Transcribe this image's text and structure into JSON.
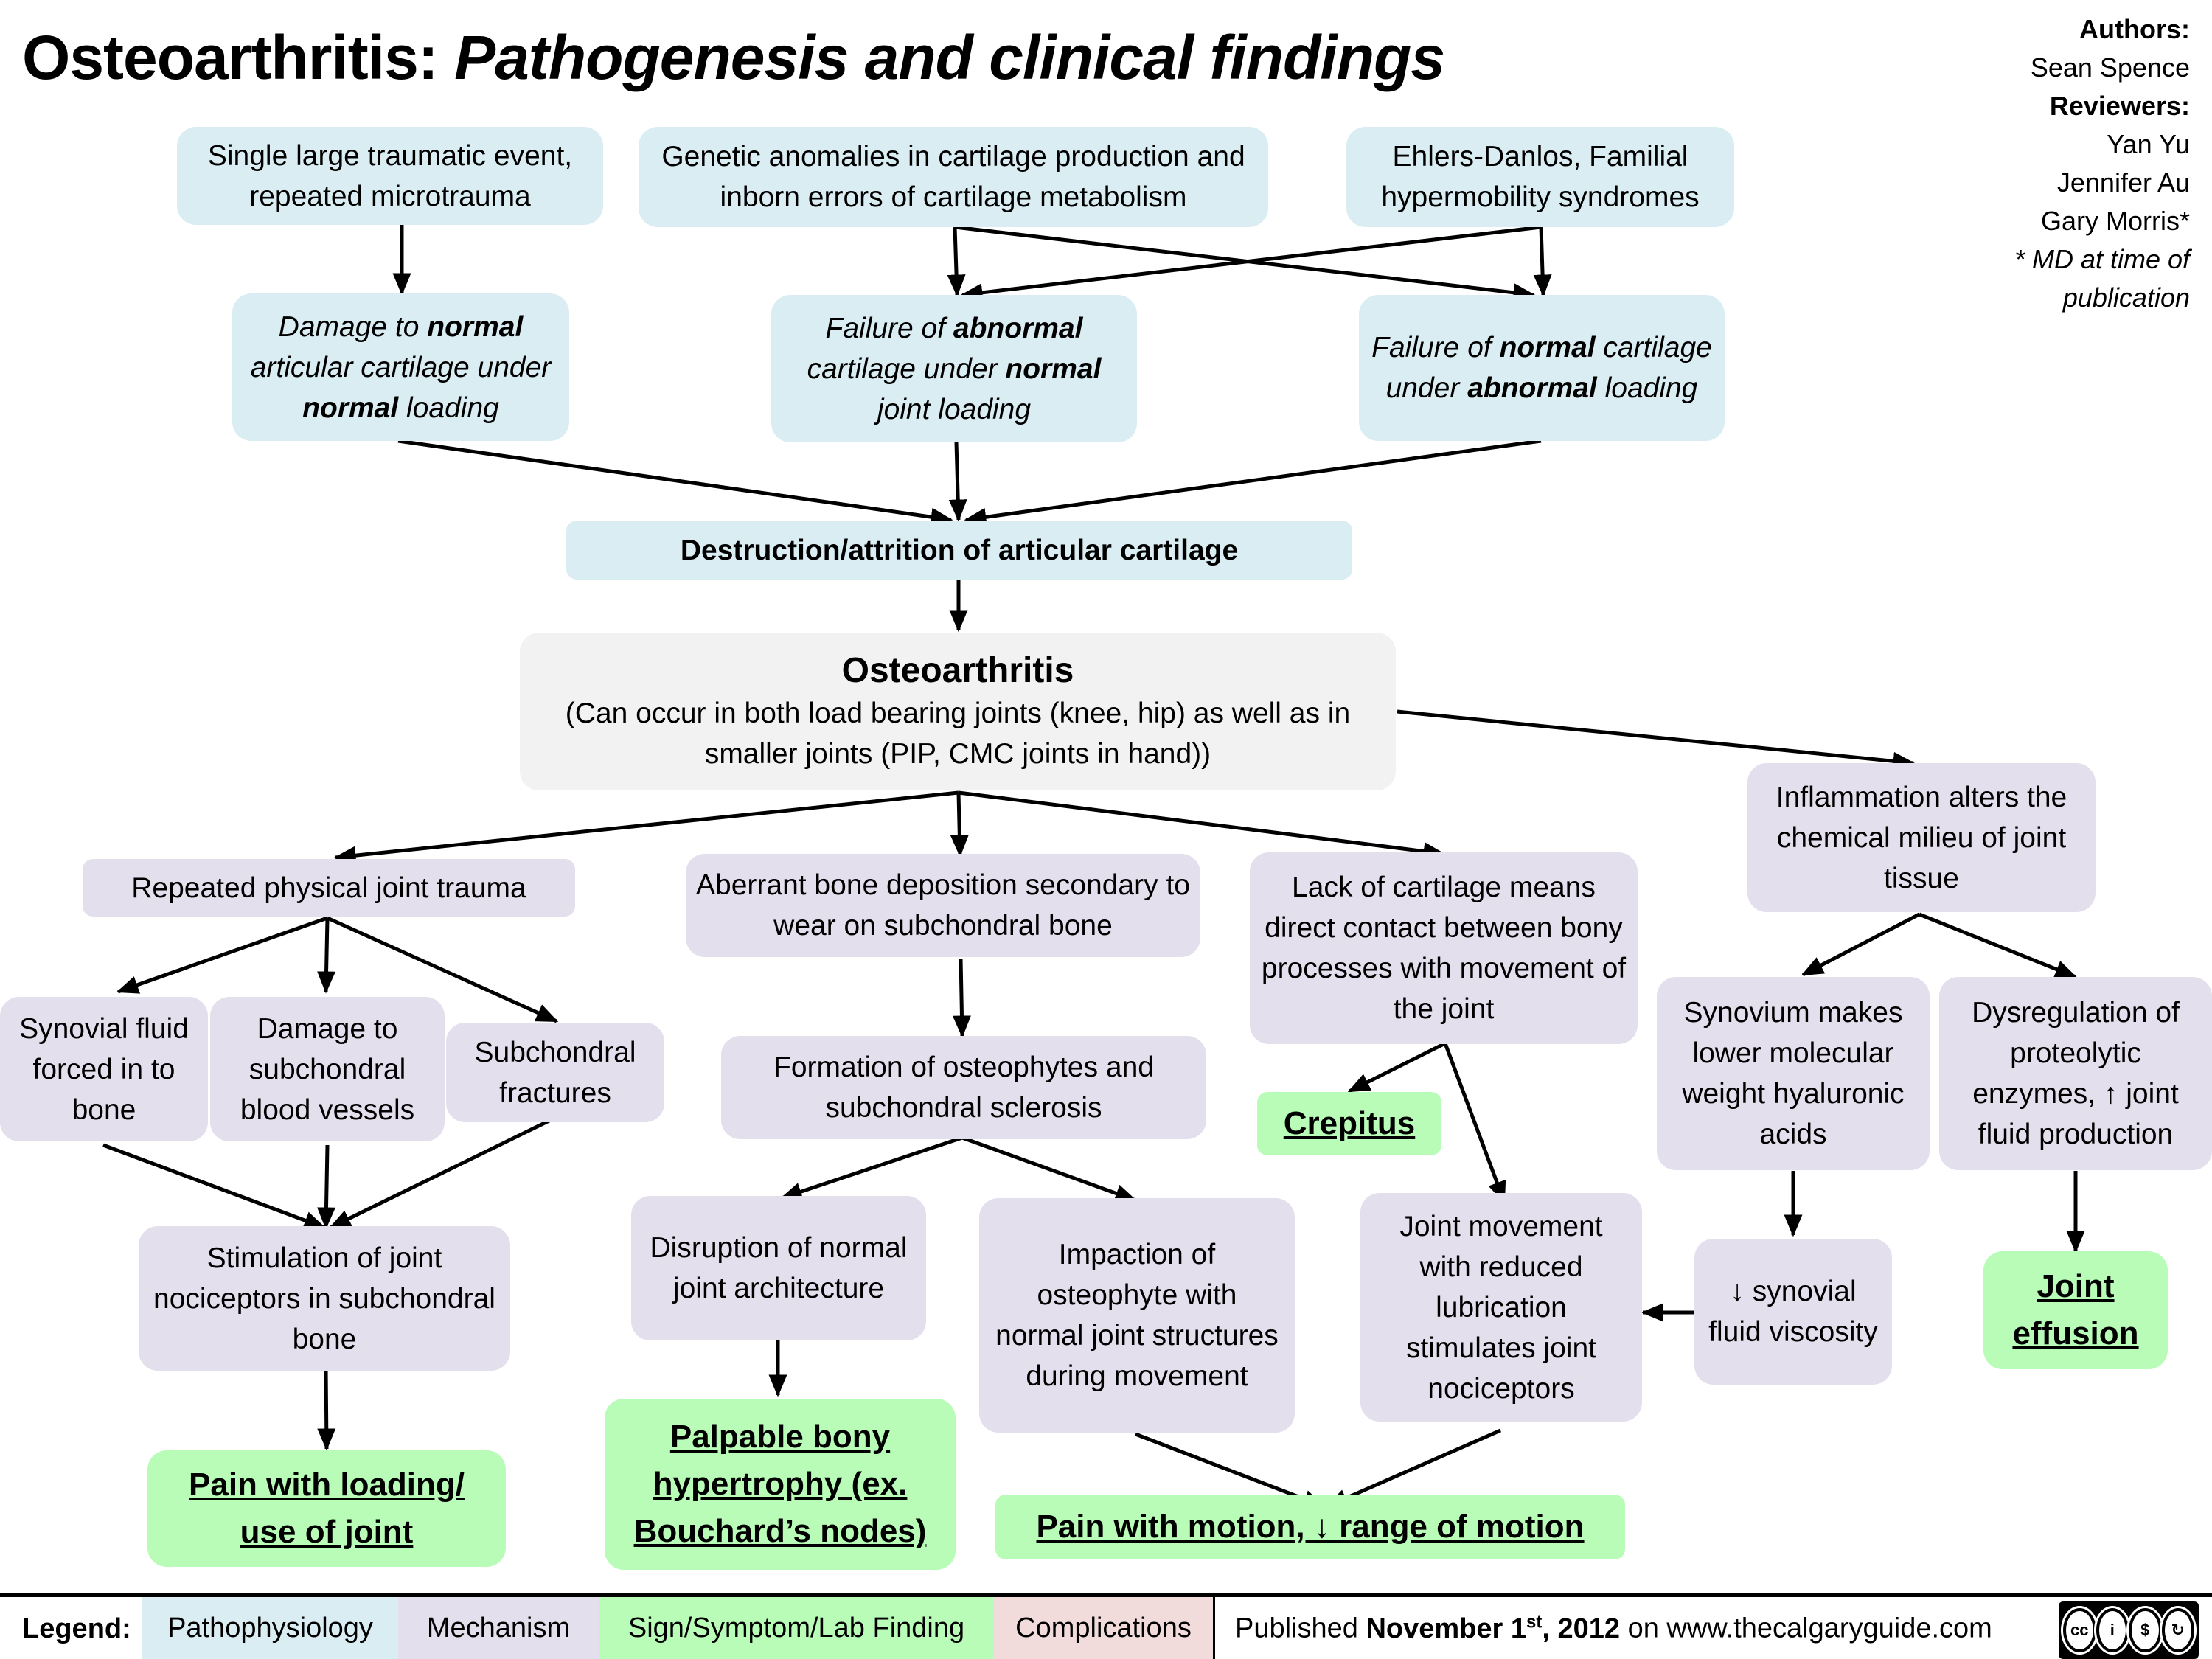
{
  "header": {
    "title_main": "Osteoarthritis:",
    "title_sub": "Pathogenesis and clinical findings"
  },
  "credits": {
    "authors_label": "Authors:",
    "authors": [
      "Sean Spence"
    ],
    "reviewers_label": "Reviewers:",
    "reviewers": [
      "Yan Yu",
      "Jennifer Au",
      "Gary Morris*"
    ],
    "note_line1": "* MD at time of",
    "note_line2": "publication"
  },
  "nodes": {
    "trauma_event": "Single large traumatic event, repeated microtrauma",
    "genetic": "Genetic anomalies in cartilage production and inborn errors of cartilage metabolism",
    "ehlers": "Ehlers-Danlos, Familial hypermobility syndromes",
    "damage_normal": {
      "a": "Damage to ",
      "b": "normal",
      "c": " articular cartilage under ",
      "d": "normal",
      "e": " loading"
    },
    "failure_abnormal": {
      "a": "Failure of ",
      "b": "abnormal",
      "c": " cartilage under ",
      "d": "normal",
      "e": " joint loading"
    },
    "failure_normal": {
      "a": "Failure of ",
      "b": "normal",
      "c": " cartilage under ",
      "d": "abnormal",
      "e": " loading"
    },
    "destruction": "Destruction/attrition of articular cartilage",
    "oa_title": "Osteoarthritis",
    "oa_desc": "(Can occur in both load bearing joints (knee, hip) as well as in smaller joints (PIP, CMC joints in hand))",
    "repeated_trauma": "Repeated physical  joint trauma",
    "synovial_forced": "Synovial fluid forced in to bone",
    "damage_vessels": "Damage to subchondral blood vessels",
    "subchondral_fx": "Subchondral fractures",
    "stim_nociceptors": "Stimulation of joint nociceptors in subchondral bone",
    "pain_loading": "Pain with loading/ use of joint",
    "aberrant_bone": "Aberrant bone deposition secondary to wear on subchondral bone",
    "osteophytes": "Formation of osteophytes and subchondral sclerosis",
    "disruption": "Disruption of normal joint architecture",
    "palpable": "Palpable bony hypertrophy (ex. Bouchard’s nodes)",
    "impaction": "Impaction of osteophyte with normal joint structures during movement",
    "lack_cartilage": "Lack of cartilage means direct contact between bony processes with movement of the joint",
    "crepitus": "Crepitus",
    "joint_movement": "Joint movement with reduced lubrication stimulates joint nociceptors",
    "pain_motion": "Pain with motion, ↓ range of motion",
    "inflammation": "Inflammation alters the chemical milieu of joint tissue",
    "synovium": "Synovium makes lower molecular weight hyaluronic acids",
    "dysregulation": "Dysregulation of proteolytic enzymes, ↑ joint fluid production",
    "viscosity": "↓ synovial fluid viscosity",
    "effusion": "Joint effusion"
  },
  "legend": {
    "label": "Legend:",
    "items": [
      {
        "label": "Pathophysiology",
        "color": "#daedf3"
      },
      {
        "label": "Mechanism",
        "color": "#e4dfec"
      },
      {
        "label": "Sign/Symptom/Lab Finding",
        "color": "#b8fcb8"
      },
      {
        "label": "Complications",
        "color": "#f2dcdb"
      }
    ]
  },
  "footer": {
    "published_prefix": "Published ",
    "date_month_day": "November 1",
    "date_suffix": "st",
    "date_year": ", 2012",
    "published_site": " on www.thecalgaryguide.com",
    "license_icons": [
      "cc",
      "by",
      "nc",
      "sa"
    ]
  }
}
